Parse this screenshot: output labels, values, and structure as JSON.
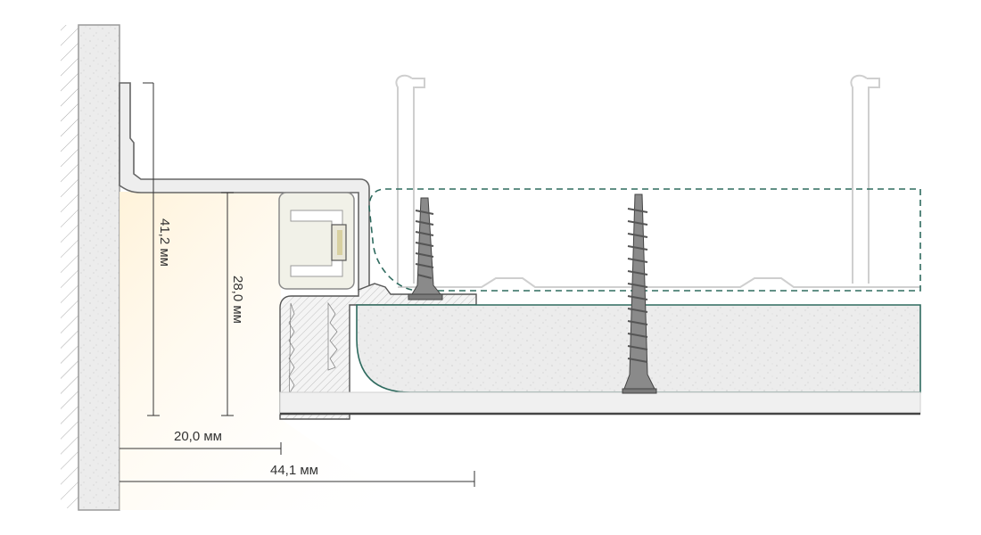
{
  "dimensions": {
    "height_total": "41,2 мм",
    "height_inner": "28,0 мм",
    "width_inner": "20,0 мм",
    "width_total": "44,1 мм"
  },
  "colors": {
    "wall": "#e9e9e9",
    "profile": "#efefef",
    "drywall": "#eeeeee",
    "frame": "#2f6b5f",
    "light_glow": "#fff4df",
    "dimension_line": "#333333"
  },
  "icons": {
    "screw": "screw-icon",
    "led": "led-strip-icon"
  }
}
